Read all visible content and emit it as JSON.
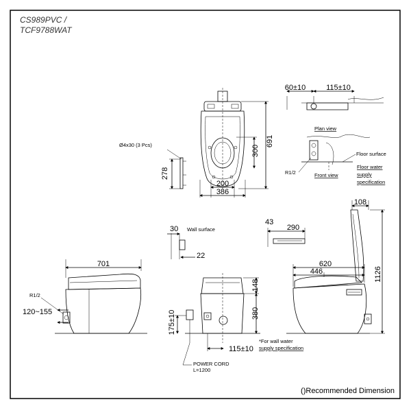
{
  "title": {
    "line1": "CS989PVC /",
    "line2": "TCF9788WAT"
  },
  "top_view": {
    "bolt_note": "Ø4x30 (3 Pcs)",
    "dim_278": "278",
    "dim_200": "200",
    "dim_386": "386",
    "dim_300": "300",
    "dim_691": "691"
  },
  "plan_view": {
    "dim_60": "60±10",
    "dim_115": "115±10",
    "plan_label": "Plan view",
    "front_label": "Front view",
    "floor_surface": "Floor surface",
    "r12": "R1/2",
    "spec_line1": "Floor water",
    "spec_line2": "supply",
    "spec_line3": "specification"
  },
  "bracket": {
    "dim_30": "30",
    "wall_surface": "Wall surface",
    "dim_22": "22"
  },
  "strip": {
    "dim_43": "43",
    "dim_290": "290"
  },
  "left_side": {
    "dim_701": "701",
    "r12": "R1/2",
    "dim_120": "120~155"
  },
  "front_view": {
    "dim_148": "148",
    "dim_380": "380",
    "dim_175": "175±10",
    "dim_115": "115±10",
    "power_cord": "POWER CORD",
    "cord_length": "L=1200",
    "wall_note_line1": "*For wall water",
    "wall_note_line2": "supply specification"
  },
  "right_side": {
    "dim_108": "108",
    "dim_620": "620",
    "dim_446": "446",
    "dim_1126": "1126"
  },
  "footer": {
    "recommended": "()Recommended Dimension"
  }
}
